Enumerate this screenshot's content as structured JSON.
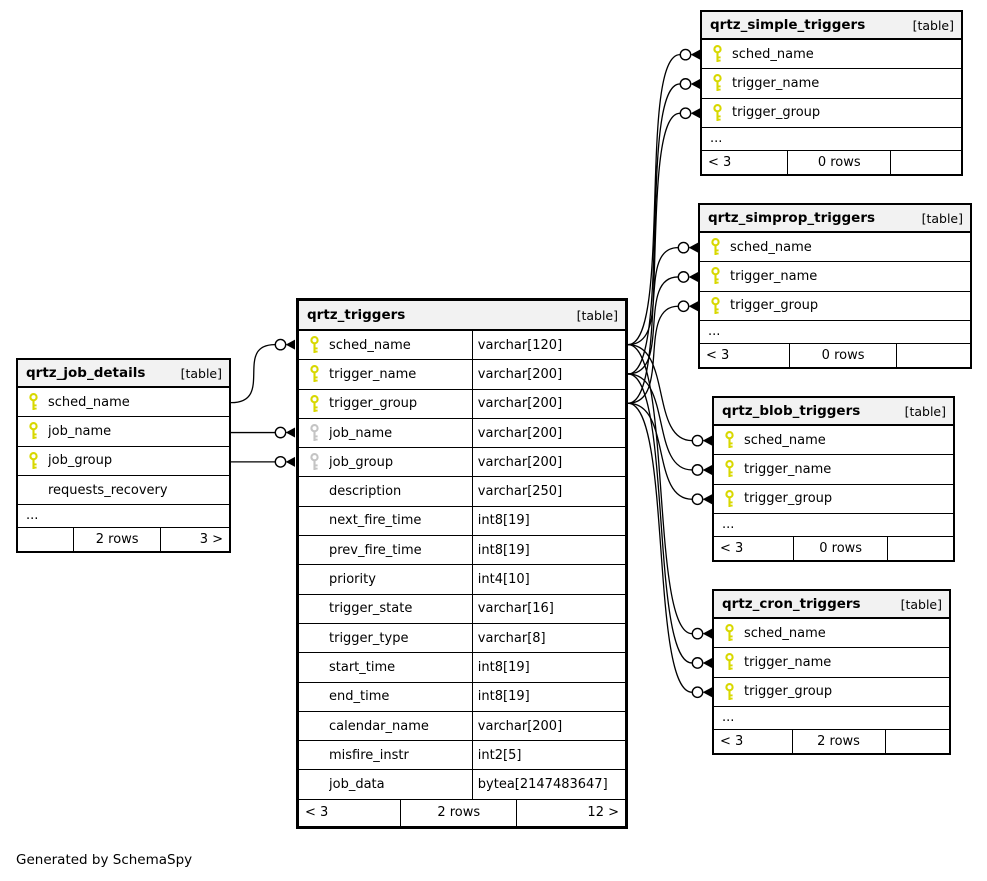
{
  "diagram": {
    "footer_note": "Generated by SchemaSpy",
    "more_columns_label": "..."
  },
  "tables": [
    {
      "id": "qrtz_simple_triggers",
      "name": "qrtz_simple_triggers",
      "tag": "[table]",
      "columns": [
        {
          "name": "sched_name",
          "key": "pk"
        },
        {
          "name": "trigger_name",
          "key": "pk"
        },
        {
          "name": "trigger_group",
          "key": "pk"
        }
      ],
      "ellipsis": true,
      "footer": {
        "left": "< 3",
        "center": "0 rows",
        "right": ""
      }
    },
    {
      "id": "qrtz_simprop_triggers",
      "name": "qrtz_simprop_triggers",
      "tag": "[table]",
      "columns": [
        {
          "name": "sched_name",
          "key": "pk"
        },
        {
          "name": "trigger_name",
          "key": "pk"
        },
        {
          "name": "trigger_group",
          "key": "pk"
        }
      ],
      "ellipsis": true,
      "footer": {
        "left": "< 3",
        "center": "0 rows",
        "right": ""
      }
    },
    {
      "id": "qrtz_blob_triggers",
      "name": "qrtz_blob_triggers",
      "tag": "[table]",
      "columns": [
        {
          "name": "sched_name",
          "key": "pk"
        },
        {
          "name": "trigger_name",
          "key": "pk"
        },
        {
          "name": "trigger_group",
          "key": "pk"
        }
      ],
      "ellipsis": true,
      "footer": {
        "left": "< 3",
        "center": "0 rows",
        "right": ""
      }
    },
    {
      "id": "qrtz_cron_triggers",
      "name": "qrtz_cron_triggers",
      "tag": "[table]",
      "columns": [
        {
          "name": "sched_name",
          "key": "pk"
        },
        {
          "name": "trigger_name",
          "key": "pk"
        },
        {
          "name": "trigger_group",
          "key": "pk"
        }
      ],
      "ellipsis": true,
      "footer": {
        "left": "< 3",
        "center": "2 rows",
        "right": ""
      }
    },
    {
      "id": "qrtz_job_details",
      "name": "qrtz_job_details",
      "tag": "[table]",
      "columns": [
        {
          "name": "sched_name",
          "key": "pk"
        },
        {
          "name": "job_name",
          "key": "pk"
        },
        {
          "name": "job_group",
          "key": "pk"
        },
        {
          "name": "requests_recovery",
          "key": null
        }
      ],
      "ellipsis": true,
      "footer": {
        "left": "",
        "center": "2 rows",
        "right": "3 >"
      }
    },
    {
      "id": "qrtz_triggers",
      "name": "qrtz_triggers",
      "tag": "[table]",
      "columns": [
        {
          "name": "sched_name",
          "key": "pk",
          "type": "varchar[120]"
        },
        {
          "name": "trigger_name",
          "key": "pk",
          "type": "varchar[200]"
        },
        {
          "name": "trigger_group",
          "key": "pk",
          "type": "varchar[200]"
        },
        {
          "name": "job_name",
          "key": "fk",
          "type": "varchar[200]"
        },
        {
          "name": "job_group",
          "key": "fk",
          "type": "varchar[200]"
        },
        {
          "name": "description",
          "key": null,
          "type": "varchar[250]"
        },
        {
          "name": "next_fire_time",
          "key": null,
          "type": "int8[19]"
        },
        {
          "name": "prev_fire_time",
          "key": null,
          "type": "int8[19]"
        },
        {
          "name": "priority",
          "key": null,
          "type": "int4[10]"
        },
        {
          "name": "trigger_state",
          "key": null,
          "type": "varchar[16]"
        },
        {
          "name": "trigger_type",
          "key": null,
          "type": "varchar[8]"
        },
        {
          "name": "start_time",
          "key": null,
          "type": "int8[19]"
        },
        {
          "name": "end_time",
          "key": null,
          "type": "int8[19]"
        },
        {
          "name": "calendar_name",
          "key": null,
          "type": "varchar[200]"
        },
        {
          "name": "misfire_instr",
          "key": null,
          "type": "int2[5]"
        },
        {
          "name": "job_data",
          "key": null,
          "type": "bytea[2147483647]"
        }
      ],
      "ellipsis": false,
      "footer": {
        "left": "< 3",
        "center": "2 rows",
        "right": "12 >"
      }
    }
  ],
  "relationships": [
    {
      "from": "qrtz_job_details.sched_name",
      "to": "qrtz_triggers.sched_name"
    },
    {
      "from": "qrtz_job_details.job_name",
      "to": "qrtz_triggers.job_name"
    },
    {
      "from": "qrtz_job_details.job_group",
      "to": "qrtz_triggers.job_group"
    },
    {
      "from": "qrtz_triggers.sched_name",
      "to": "qrtz_simple_triggers.sched_name"
    },
    {
      "from": "qrtz_triggers.trigger_name",
      "to": "qrtz_simple_triggers.trigger_name"
    },
    {
      "from": "qrtz_triggers.trigger_group",
      "to": "qrtz_simple_triggers.trigger_group"
    },
    {
      "from": "qrtz_triggers.sched_name",
      "to": "qrtz_simprop_triggers.sched_name"
    },
    {
      "from": "qrtz_triggers.trigger_name",
      "to": "qrtz_simprop_triggers.trigger_name"
    },
    {
      "from": "qrtz_triggers.trigger_group",
      "to": "qrtz_simprop_triggers.trigger_group"
    },
    {
      "from": "qrtz_triggers.sched_name",
      "to": "qrtz_blob_triggers.sched_name"
    },
    {
      "from": "qrtz_triggers.trigger_name",
      "to": "qrtz_blob_triggers.trigger_name"
    },
    {
      "from": "qrtz_triggers.trigger_group",
      "to": "qrtz_blob_triggers.trigger_group"
    },
    {
      "from": "qrtz_triggers.sched_name",
      "to": "qrtz_cron_triggers.sched_name"
    },
    {
      "from": "qrtz_triggers.trigger_name",
      "to": "qrtz_cron_triggers.trigger_name"
    },
    {
      "from": "qrtz_triggers.trigger_group",
      "to": "qrtz_cron_triggers.trigger_group"
    }
  ],
  "colors": {
    "pk_key": "#d8d800",
    "fk_key": "#c4c4c4",
    "header_bg": "#f2f2f2",
    "line": "#000000"
  }
}
